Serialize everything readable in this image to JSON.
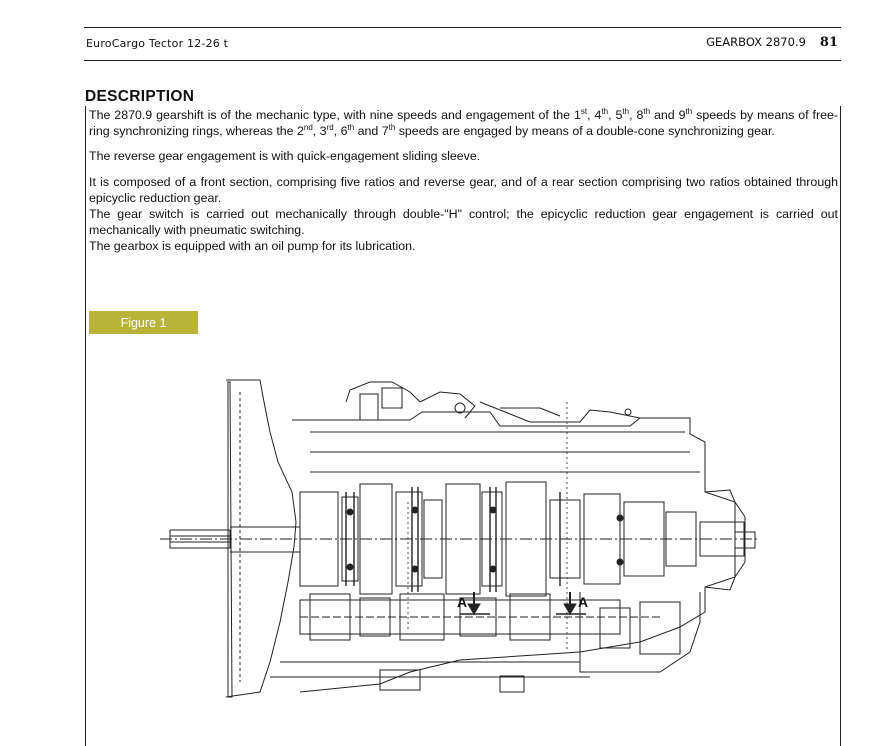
{
  "header": {
    "manual_title": "EuroCargo Tector 12-26 t",
    "section": "GEARBOX 2870.9",
    "page_number": "81"
  },
  "section_heading": "DESCRIPTION",
  "paragraphs": {
    "p1": {
      "a": "The 2870.9 gearshift is of the mechanic type, with nine speeds and engagement of the 1",
      "s1": "st",
      "b": ", 4",
      "s2": "th",
      "c": ", 5",
      "s3": "th",
      "d": ", 8",
      "s4": "th",
      "e": " and 9",
      "s5": "th",
      "f": " speeds by means of free-ring synchronizing rings, whereas the 2",
      "s6": "nd",
      "g": ", 3",
      "s7": "rd",
      "h": ", 6",
      "s8": "th",
      "i": " and 7",
      "s9": "th",
      "j": " speeds are engaged by means of a double-cone synchronizing gear."
    },
    "p2": "The reverse gear engagement is with quick-engagement sliding sleeve.",
    "p3": "It is composed of a front section, comprising five ratios and reverse gear, and of a rear section comprising two ratios obtained through epicyclic reduction gear.",
    "p4": "The gear switch is carried out mechanically through double-\"H\" control; the epicyclic reduction gear engagement is carried out mechanically with pneumatic switching.",
    "p5": "The gearbox is equipped with an oil pump for its lubrication."
  },
  "figure": {
    "label": "Figure 1",
    "label_color": "#b9b33a",
    "section_marker_left": "A",
    "section_marker_right": "A"
  }
}
